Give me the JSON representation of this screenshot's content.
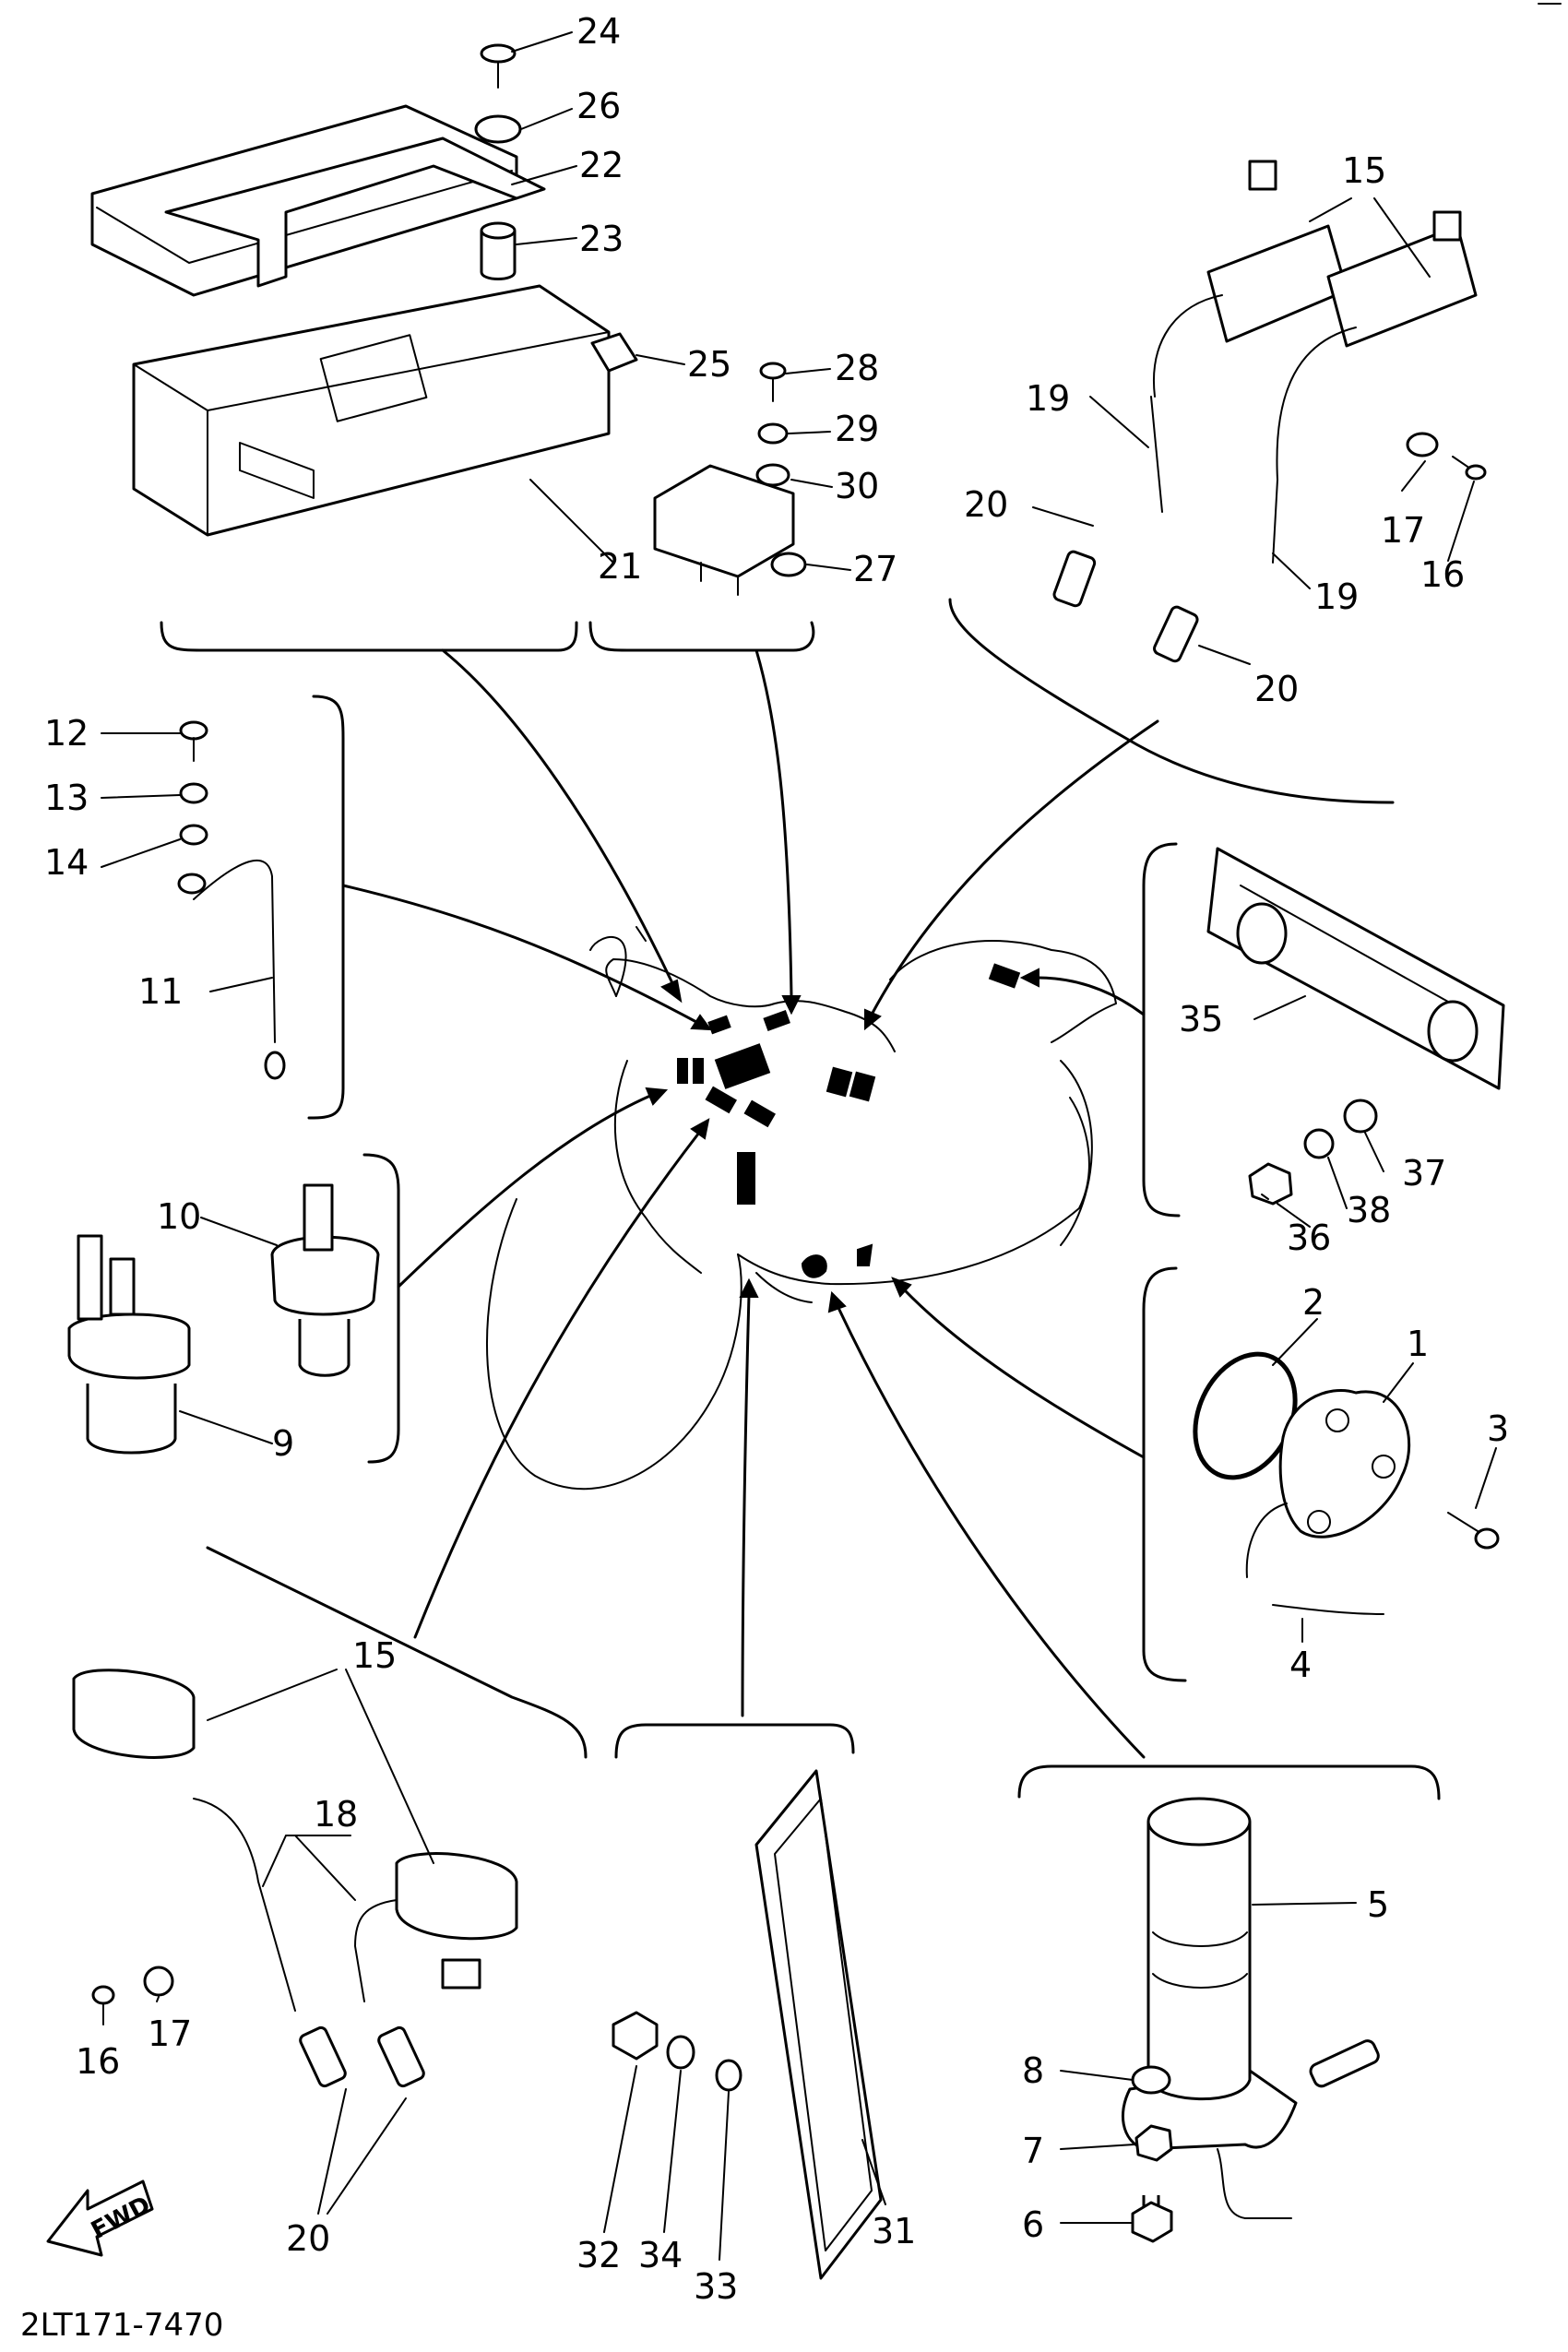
{
  "diagram_code": "2LT171-7470",
  "fwd_label": "FWD",
  "callouts": [
    "24",
    "26",
    "22",
    "23",
    "25",
    "28",
    "29",
    "30",
    "21",
    "27",
    "15",
    "19",
    "20",
    "17",
    "16",
    "19",
    "20",
    "12",
    "13",
    "14",
    "11",
    "10",
    "9",
    "35",
    "37",
    "38",
    "36",
    "2",
    "1",
    "3",
    "4",
    "15",
    "18",
    "17",
    "16",
    "20",
    "32",
    "34",
    "33",
    "31",
    "5",
    "8",
    "7",
    "6"
  ]
}
